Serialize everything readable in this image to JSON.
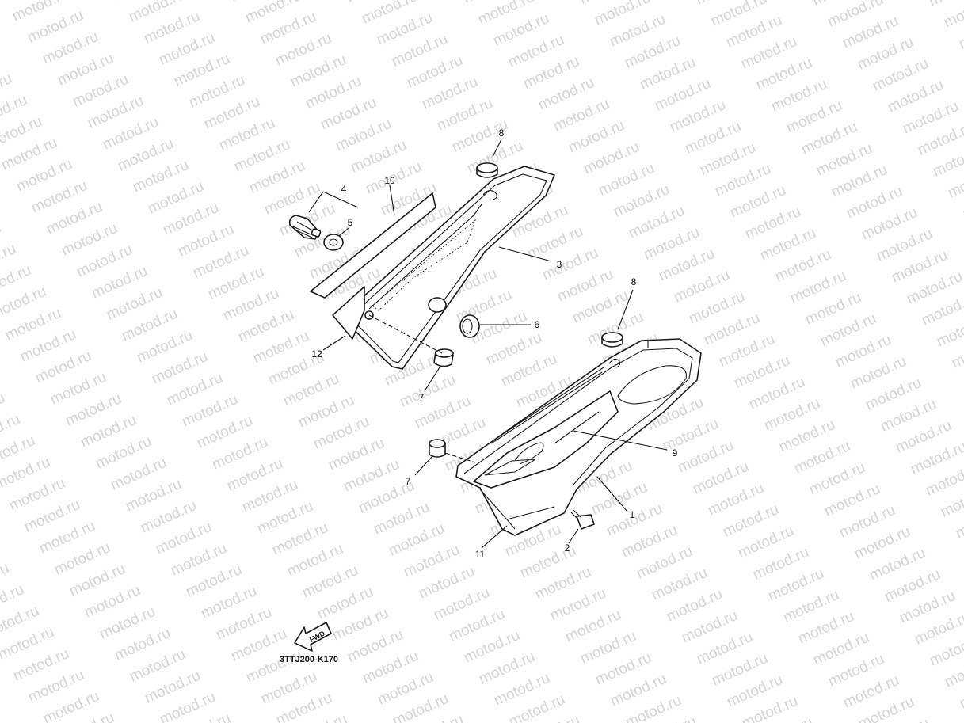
{
  "watermark": {
    "text": "motod.ru"
  },
  "callouts": {
    "c1": "1",
    "c2": "2",
    "c3": "3",
    "c4": "4",
    "c5": "5",
    "c6": "6",
    "c7a": "7",
    "c7b": "7",
    "c8a": "8",
    "c8b": "8",
    "c9": "9",
    "c10": "10",
    "c11": "11",
    "c12": "12"
  },
  "direction_arrow": {
    "label": "FWD"
  },
  "diagram_code": "3TTJ200-K170",
  "colors": {
    "watermark": "#d4d4d4",
    "line": "#1a1a1a",
    "background": "#ffffff"
  }
}
